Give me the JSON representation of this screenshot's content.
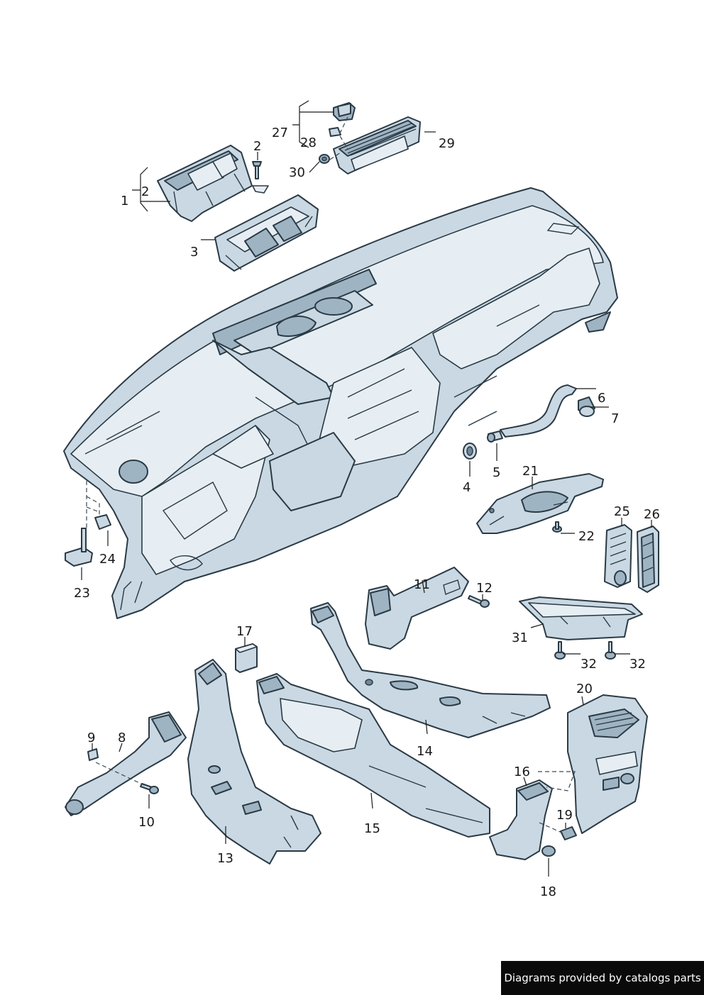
{
  "callouts": [
    {
      "id": "c1",
      "label": "1"
    },
    {
      "id": "c2a",
      "label": "2"
    },
    {
      "id": "c2b",
      "label": "2"
    },
    {
      "id": "c3",
      "label": "3"
    },
    {
      "id": "c4",
      "label": "4"
    },
    {
      "id": "c5",
      "label": "5"
    },
    {
      "id": "c6",
      "label": "6"
    },
    {
      "id": "c7",
      "label": "7"
    },
    {
      "id": "c8",
      "label": "8"
    },
    {
      "id": "c9",
      "label": "9"
    },
    {
      "id": "c10",
      "label": "10"
    },
    {
      "id": "c11",
      "label": "11"
    },
    {
      "id": "c12",
      "label": "12"
    },
    {
      "id": "c13",
      "label": "13"
    },
    {
      "id": "c14",
      "label": "14"
    },
    {
      "id": "c15",
      "label": "15"
    },
    {
      "id": "c16",
      "label": "16"
    },
    {
      "id": "c17",
      "label": "17"
    },
    {
      "id": "c18",
      "label": "18"
    },
    {
      "id": "c19",
      "label": "19"
    },
    {
      "id": "c20",
      "label": "20"
    },
    {
      "id": "c21",
      "label": "21"
    },
    {
      "id": "c22",
      "label": "22"
    },
    {
      "id": "c23",
      "label": "23"
    },
    {
      "id": "c24",
      "label": "24"
    },
    {
      "id": "c25",
      "label": "25"
    },
    {
      "id": "c26",
      "label": "26"
    },
    {
      "id": "c27",
      "label": "27"
    },
    {
      "id": "c28",
      "label": "28"
    },
    {
      "id": "c29",
      "label": "29"
    },
    {
      "id": "c30",
      "label": "30"
    },
    {
      "id": "c31",
      "label": "31"
    },
    {
      "id": "c32a",
      "label": "32"
    },
    {
      "id": "c32b",
      "label": "32"
    }
  ],
  "footer": {
    "text": "Diagrams provided by catalogs parts"
  },
  "colors": {
    "part_fill": "#c9d8e2",
    "outline": "#2a3a45",
    "footer_bg": "#0a0a0a"
  }
}
